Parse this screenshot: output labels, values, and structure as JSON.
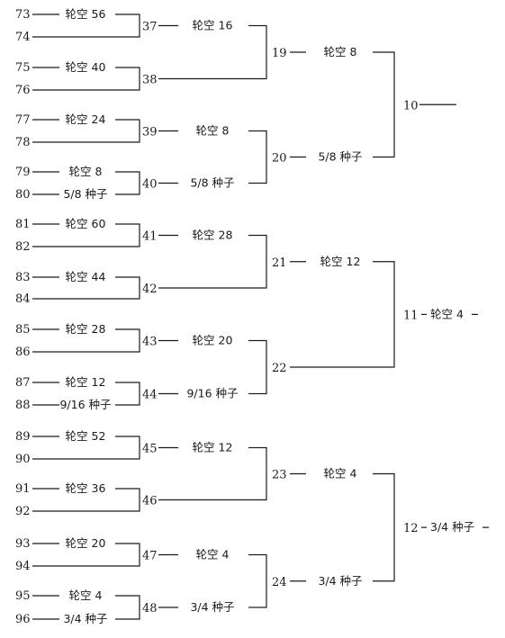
{
  "rounds": {
    "r1": [
      {
        "num": "73",
        "label": "轮空 56"
      },
      {
        "num": "74",
        "label": ""
      },
      {
        "num": "75",
        "label": "轮空 40"
      },
      {
        "num": "76",
        "label": ""
      },
      {
        "num": "77",
        "label": "轮空 24"
      },
      {
        "num": "78",
        "label": ""
      },
      {
        "num": "79",
        "label": "轮空 8"
      },
      {
        "num": "80",
        "label": "5/8 种子"
      },
      {
        "num": "81",
        "label": "轮空 60"
      },
      {
        "num": "82",
        "label": ""
      },
      {
        "num": "83",
        "label": "轮空 44"
      },
      {
        "num": "84",
        "label": ""
      },
      {
        "num": "85",
        "label": "轮空 28"
      },
      {
        "num": "86",
        "label": ""
      },
      {
        "num": "87",
        "label": "轮空 12"
      },
      {
        "num": "88",
        "label": "9/16 种子"
      },
      {
        "num": "89",
        "label": "轮空 52"
      },
      {
        "num": "90",
        "label": ""
      },
      {
        "num": "91",
        "label": "轮空 36"
      },
      {
        "num": "92",
        "label": ""
      },
      {
        "num": "93",
        "label": "轮空 20"
      },
      {
        "num": "94",
        "label": ""
      },
      {
        "num": "95",
        "label": "轮空 4"
      },
      {
        "num": "96",
        "label": "3/4 种子"
      }
    ],
    "r2": [
      {
        "num": "37",
        "label": "轮空 16"
      },
      {
        "num": "38",
        "label": ""
      },
      {
        "num": "39",
        "label": "轮空 8"
      },
      {
        "num": "40",
        "label": "5/8 种子"
      },
      {
        "num": "41",
        "label": "轮空 28"
      },
      {
        "num": "42",
        "label": ""
      },
      {
        "num": "43",
        "label": "轮空 20"
      },
      {
        "num": "44",
        "label": "9/16 种子"
      },
      {
        "num": "45",
        "label": "轮空 12"
      },
      {
        "num": "46",
        "label": ""
      },
      {
        "num": "47",
        "label": "轮空 4"
      },
      {
        "num": "48",
        "label": "3/4 种子"
      }
    ],
    "r3": [
      {
        "num": "19",
        "label": "轮空 8"
      },
      {
        "num": "20",
        "label": "5/8 种子"
      },
      {
        "num": "21",
        "label": "轮空 12"
      },
      {
        "num": "22",
        "label": ""
      },
      {
        "num": "23",
        "label": "轮空 4"
      },
      {
        "num": "24",
        "label": "3/4 种子"
      }
    ],
    "r4": [
      {
        "num": "10",
        "label": ""
      },
      {
        "num": "11",
        "label": "轮空 4"
      },
      {
        "num": "12",
        "label": "3/4 种子"
      }
    ]
  }
}
